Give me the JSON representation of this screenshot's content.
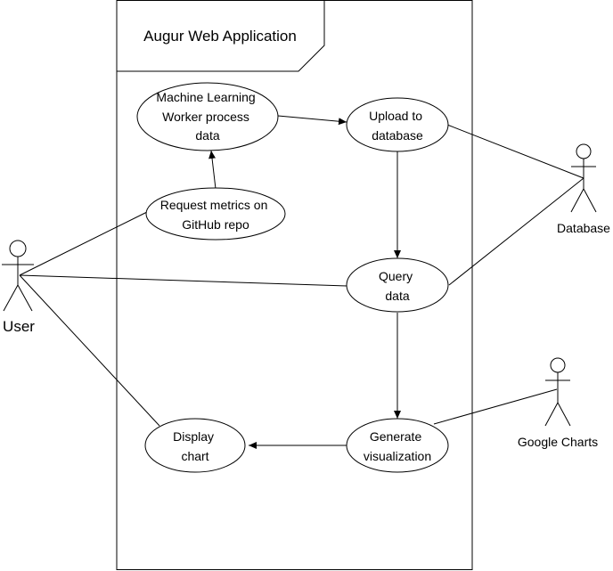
{
  "diagram": {
    "system_title": "Augur Web Application",
    "use_cases": {
      "ml_worker": [
        "Machine Learning",
        "Worker process",
        "data"
      ],
      "upload": [
        "Upload to",
        "database"
      ],
      "request": [
        "Request metrics on",
        "GitHub repo"
      ],
      "query": [
        "Query",
        "data"
      ],
      "generate": [
        "Generate",
        "visualization"
      ],
      "display": [
        "Display",
        "chart"
      ]
    },
    "actors": {
      "user": "User",
      "database": "Database",
      "google_charts": "Google Charts"
    }
  }
}
